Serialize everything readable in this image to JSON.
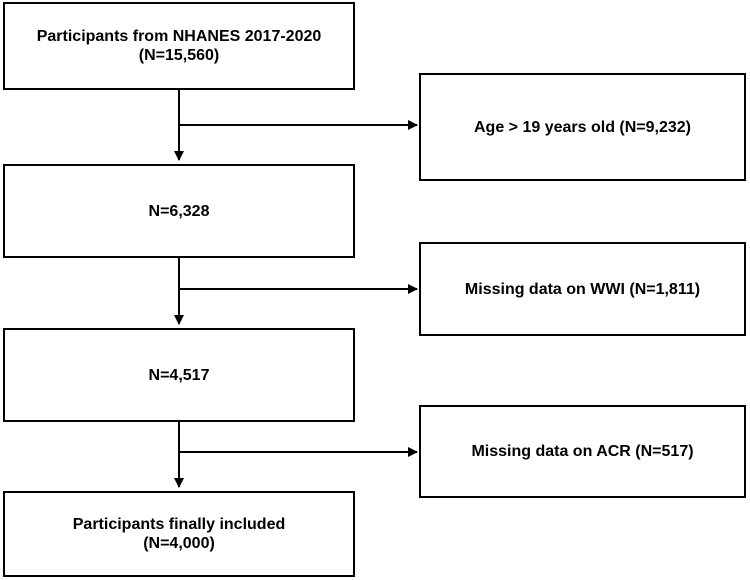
{
  "flowchart": {
    "main": [
      {
        "lines": [
          "Participants from NHANES 2017-2020",
          "(N=15,560)"
        ]
      },
      {
        "lines": [
          "N=6,328"
        ]
      },
      {
        "lines": [
          "N=4,517"
        ]
      },
      {
        "lines": [
          "Participants finally included",
          "(N=4,000)"
        ]
      }
    ],
    "exclusions": [
      {
        "text": "Age > 19 years old (N=9,232)"
      },
      {
        "text": "Missing data on WWI (N=1,811)"
      },
      {
        "text": "Missing data on ACR (N=517)"
      }
    ]
  }
}
